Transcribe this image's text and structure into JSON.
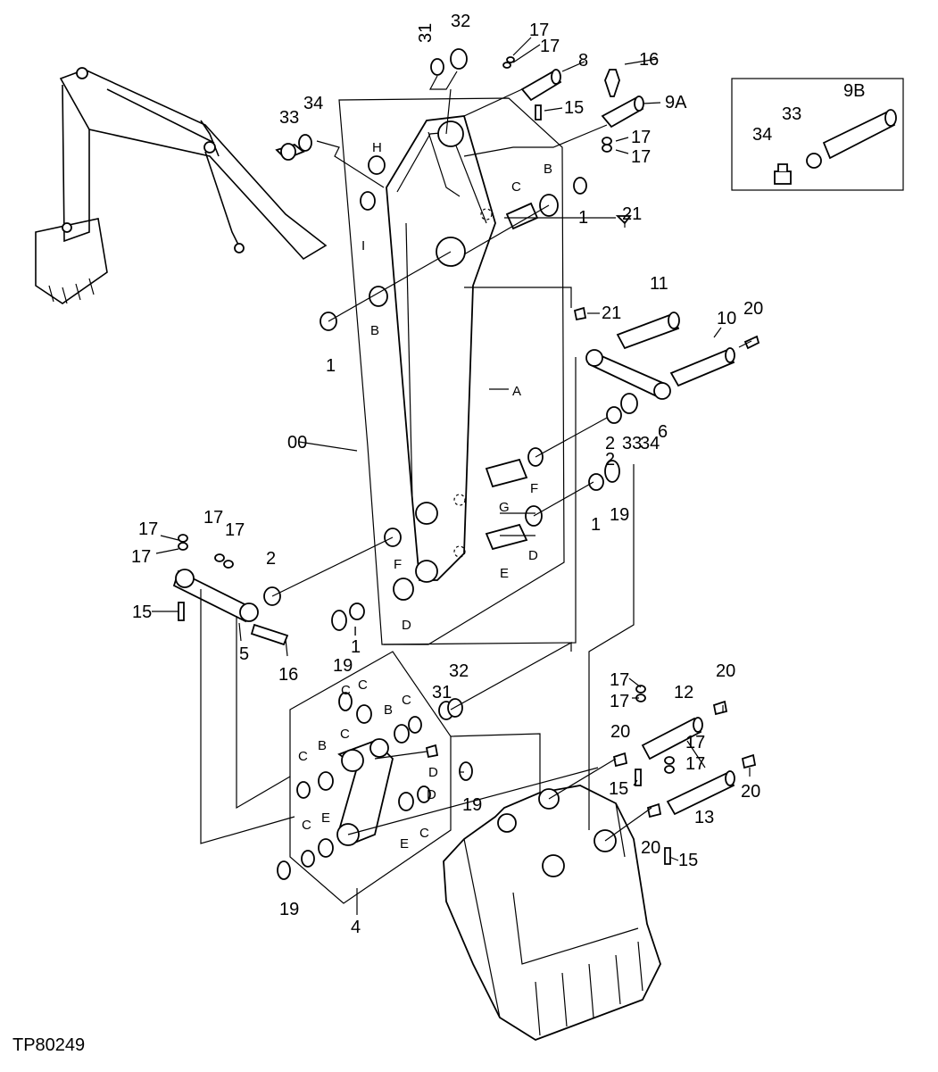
{
  "figure_code": "TP80249",
  "callouts": {
    "n31a": "31",
    "n32a": "32",
    "n17a": "17",
    "n17b": "17",
    "n8": "8",
    "n16a": "16",
    "n9A": "9A",
    "n15a": "15",
    "n17c": "17",
    "n17d": "17",
    "n33a": "33",
    "n34a": "34",
    "n9B": "9B",
    "n33b": "33",
    "n34b": "34",
    "n1a": "1",
    "n21a": "21",
    "n21b": "21",
    "n1b": "1",
    "n11": "11",
    "n10": "10",
    "n20a": "20",
    "n00": "00",
    "n2a": "2",
    "n33c": "33",
    "n34c": "34",
    "n6": "6",
    "n2b": "2",
    "n19a": "19",
    "n1c": "1",
    "n17e": "17",
    "n17f": "17",
    "n17g": "17",
    "n17h": "17",
    "n2c": "2",
    "n15b": "15",
    "n5": "5",
    "n16b": "16",
    "n19b": "19",
    "n1d": "1",
    "n31b": "31",
    "n32b": "32",
    "n17i": "17",
    "n17j": "17",
    "n20b": "20",
    "n12": "12",
    "n20c": "20",
    "n17k": "17",
    "n17l": "17",
    "n15c": "15",
    "n20d": "20",
    "n13": "13",
    "n20e": "20",
    "n15d": "15",
    "n19c": "19",
    "n19d": "19",
    "n4": "4"
  },
  "letters": {
    "H": "H",
    "A": "A",
    "I": "I",
    "Ba": "B",
    "Bb": "B",
    "C": "C",
    "Fa": "F",
    "G": "G",
    "Db": "D",
    "E": "E",
    "Fb": "F",
    "Dc": "D",
    "Ie": "I",
    "Dd": "D",
    "Ca": "C",
    "Cb": "C",
    "Cc": "C",
    "Bc": "B",
    "Cd": "C",
    "Bd": "B",
    "Ce": "C",
    "Cf": "C",
    "Ea": "E",
    "Eb": "E",
    "Cg": "C",
    "De": "D"
  }
}
